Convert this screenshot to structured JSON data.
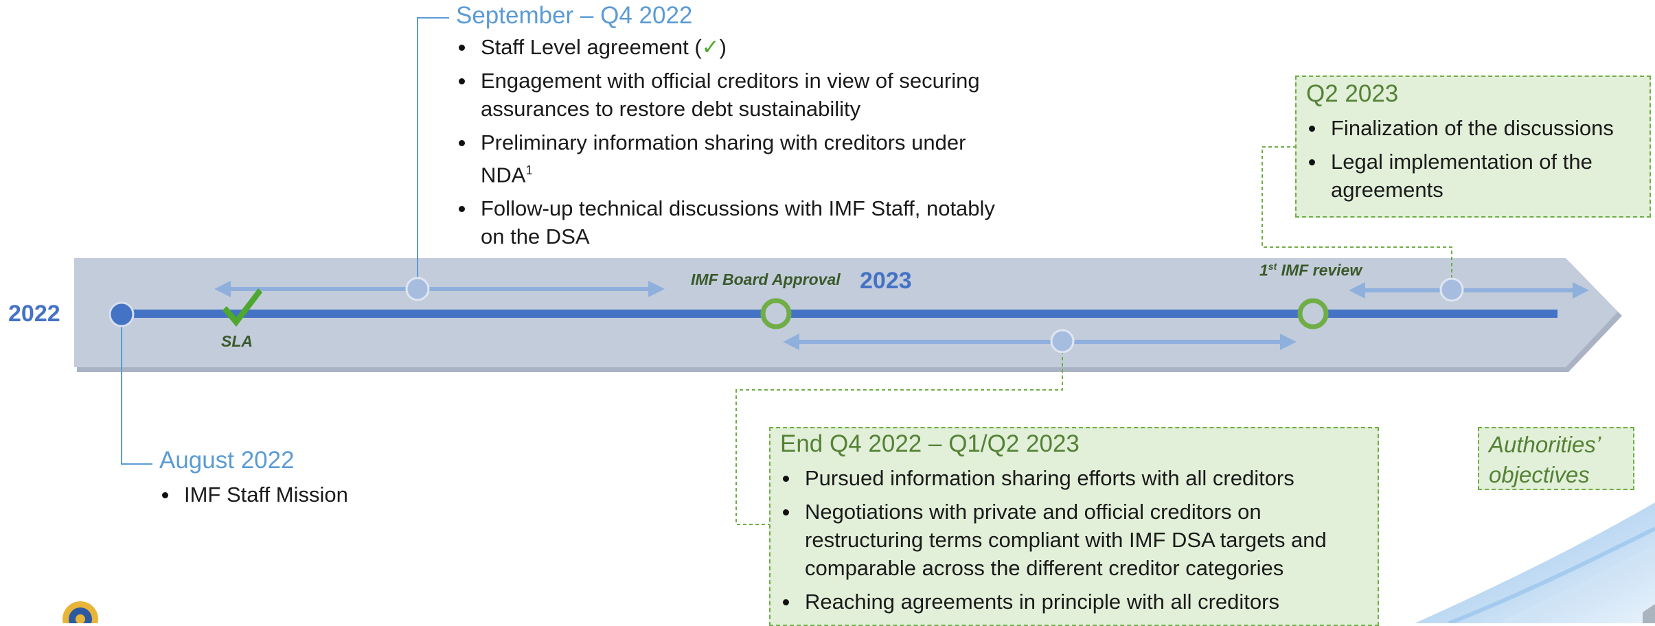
{
  "colors": {
    "band": "#c3ccdb",
    "band_shadow": "#aab3c3",
    "main_line": "#4472c4",
    "arrow": "#8fb0dd",
    "node_fill": "#a7bde0",
    "milestone_ring": "#70ad47",
    "connector_blue": "#5b9bd5",
    "connector_green": "#70ad47",
    "box_fill": "#e2efd9",
    "heading_blue": "#5b9bd5",
    "heading_green": "#548235"
  },
  "timeline": {
    "year_start": "2022",
    "year_mid": "2023",
    "sla_label": "SLA",
    "board_label": "IMF Board Approval",
    "review_label_sup": "st",
    "review_label_num": "1",
    "review_label_rest": " IMF review"
  },
  "august": {
    "title": "August 2022",
    "items": [
      "IMF Staff Mission"
    ]
  },
  "september": {
    "title": "September – Q4 2022",
    "item_sla_text": "Staff Level agreement (",
    "item_sla_tick": "✓",
    "item_sla_close": ")",
    "item_engagement": "Engagement with official creditors in view of securing assurances to restore debt sustainability",
    "item_nda_text": "Preliminary information sharing with creditors under NDA",
    "item_nda_note": "1",
    "item_followup": "Follow-up technical discussions with IMF Staff, notably on the DSA"
  },
  "q2_2023": {
    "title": "Q2 2023",
    "items": [
      "Finalization of the discussions",
      "Legal implementation of the agreements"
    ]
  },
  "end_q4": {
    "title": "End Q4 2022 – Q1/Q2 2023",
    "items": [
      "Pursued information sharing efforts with all creditors",
      "Negotiations with private and official creditors on restructuring terms compliant with IMF DSA targets and comparable across the different creditor categories",
      "Reaching agreements in principle with all creditors"
    ]
  },
  "legend": {
    "line1": "Authorities’",
    "line2": "objectives"
  },
  "icons": [
    "check-icon",
    "emblem-icon",
    "wave-decoration"
  ]
}
